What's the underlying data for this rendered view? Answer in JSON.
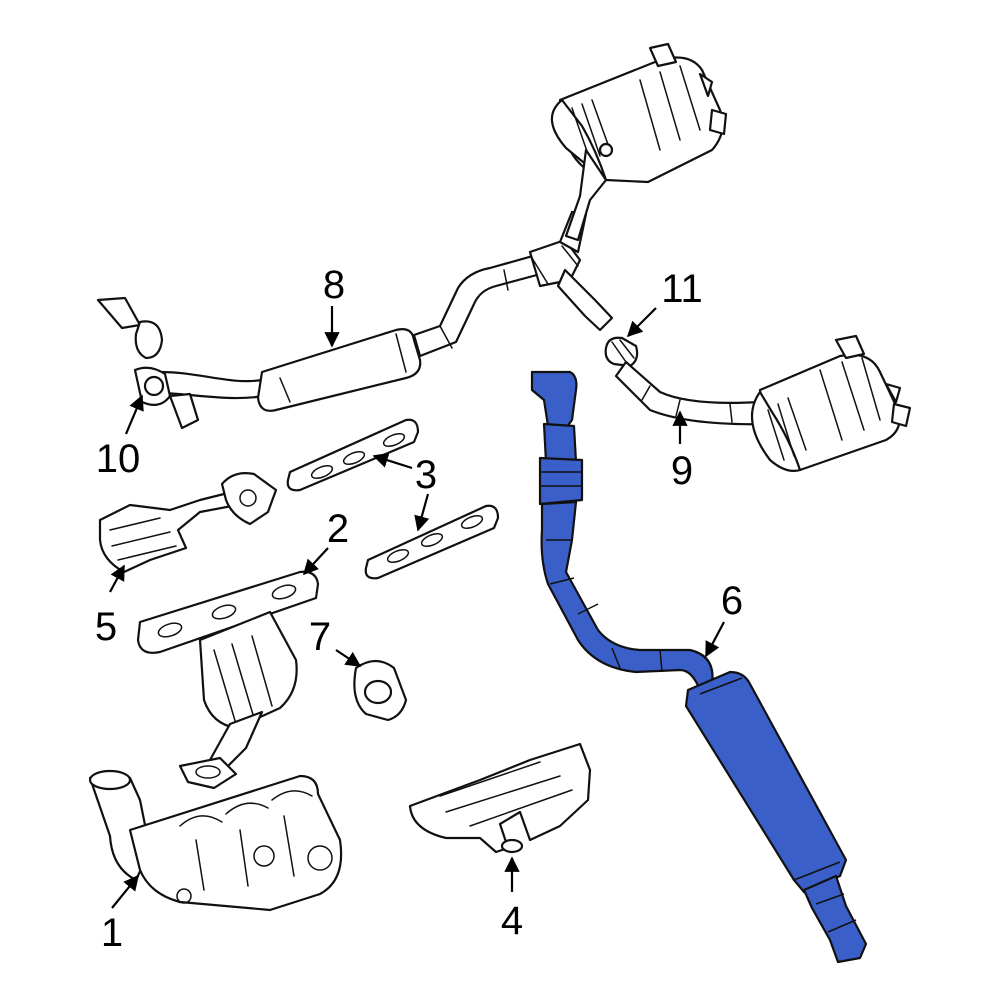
{
  "callouts": [
    {
      "id": "1",
      "label": "1"
    },
    {
      "id": "2",
      "label": "2"
    },
    {
      "id": "3",
      "label": "3"
    },
    {
      "id": "4",
      "label": "4"
    },
    {
      "id": "5",
      "label": "5"
    },
    {
      "id": "6",
      "label": "6"
    },
    {
      "id": "7",
      "label": "7"
    },
    {
      "id": "8",
      "label": "8"
    },
    {
      "id": "9",
      "label": "9"
    },
    {
      "id": "10",
      "label": "10"
    },
    {
      "id": "11",
      "label": "11"
    }
  ],
  "highlight_color": "#3a5fc8",
  "highlighted_part": "6"
}
